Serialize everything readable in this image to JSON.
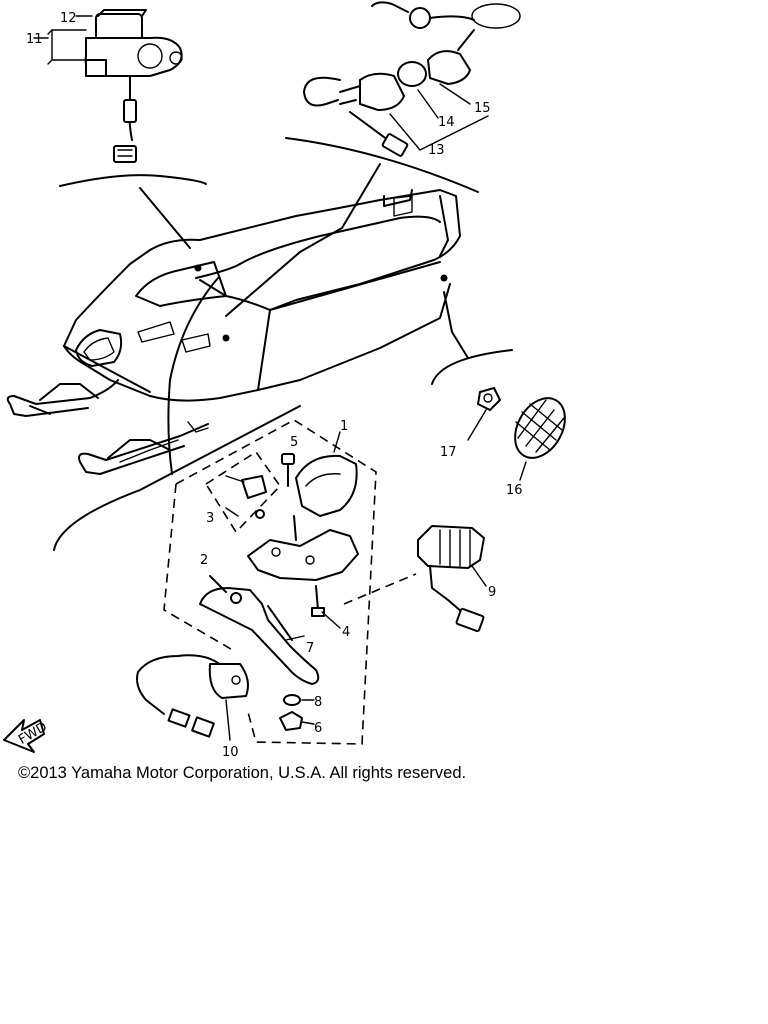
{
  "diagram": {
    "callouts": {
      "c1": "1",
      "c2": "2",
      "c3": "3",
      "c4": "4",
      "c5": "5",
      "c6": "6",
      "c7": "7",
      "c8": "8",
      "c9": "9",
      "c10": "10",
      "c11": "11",
      "c12": "12",
      "c13": "13",
      "c14": "14",
      "c15": "15",
      "c16": "16",
      "c17": "17"
    },
    "fwd_arrow_label": "FWD"
  },
  "footer": {
    "copyright": "©2013 Yamaha Motor Corporation, U.S.A. All rights reserved."
  }
}
